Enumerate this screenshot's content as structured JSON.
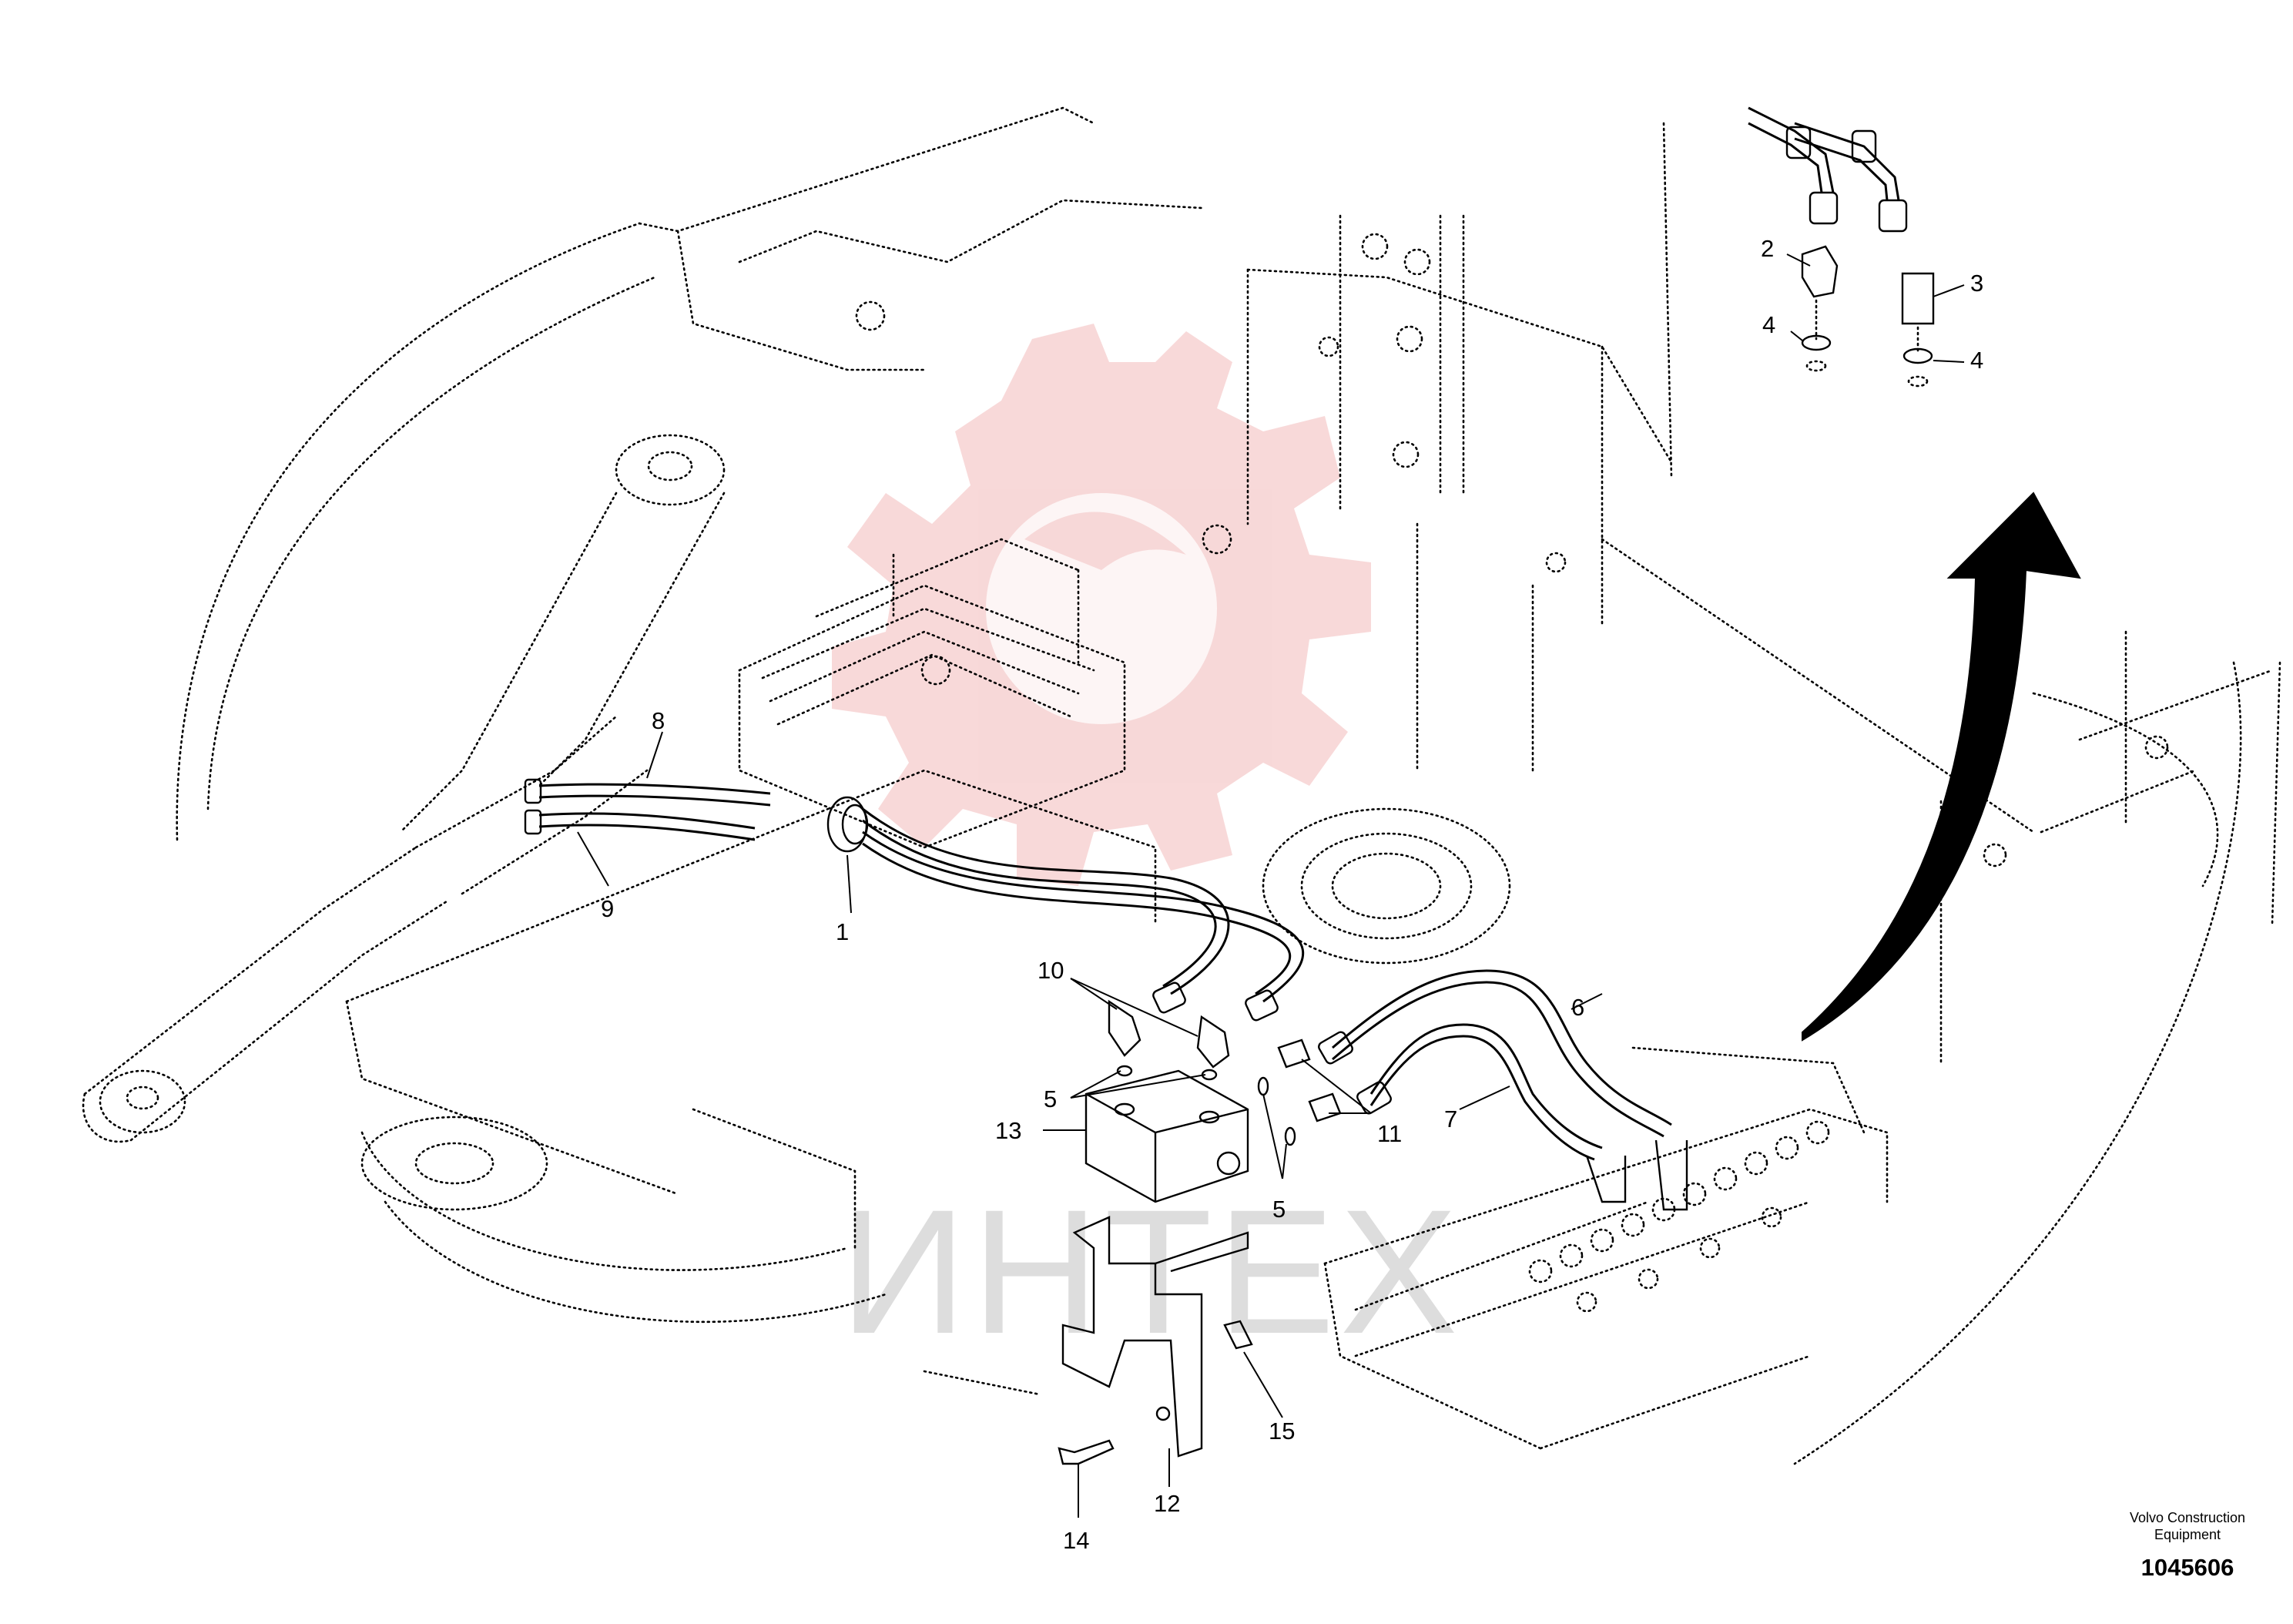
{
  "diagram": {
    "callouts": [
      "1",
      "2",
      "3",
      "4",
      "4",
      "5",
      "5",
      "6",
      "7",
      "8",
      "9",
      "10",
      "11",
      "12",
      "13",
      "14",
      "15"
    ],
    "footer": {
      "company_line1": "Volvo Construction",
      "company_line2": "Equipment",
      "drawing_number": "1045606"
    },
    "watermark": {
      "text": "ИНТЕХ",
      "color": "#e8a5a5"
    }
  }
}
